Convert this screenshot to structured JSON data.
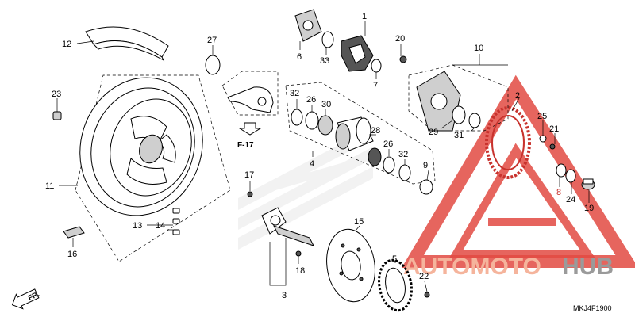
{
  "diagram": {
    "code": "MKJ4F1900",
    "reference_label": "F-17",
    "direction_label": "FR."
  },
  "watermark": {
    "brand_text_auto_moto": "AUTOMOTO",
    "brand_text_hub": "HUB",
    "colors": {
      "red": "#e24a42",
      "orange": "#f5b49c",
      "gray": "#9a9a9a"
    }
  },
  "callouts": [
    {
      "id": "c1",
      "label": "1"
    },
    {
      "id": "c2",
      "label": "2"
    },
    {
      "id": "c3",
      "label": "3"
    },
    {
      "id": "c4",
      "label": "4"
    },
    {
      "id": "c5",
      "label": "5"
    },
    {
      "id": "c6",
      "label": "6"
    },
    {
      "id": "c7",
      "label": "7"
    },
    {
      "id": "c8",
      "label": "8"
    },
    {
      "id": "c9",
      "label": "9"
    },
    {
      "id": "c10",
      "label": "10"
    },
    {
      "id": "c11",
      "label": "11"
    },
    {
      "id": "c12",
      "label": "12"
    },
    {
      "id": "c13",
      "label": "13"
    },
    {
      "id": "c14",
      "label": "14"
    },
    {
      "id": "c15",
      "label": "15"
    },
    {
      "id": "c16",
      "label": "16"
    },
    {
      "id": "c17",
      "label": "17"
    },
    {
      "id": "c18",
      "label": "18"
    },
    {
      "id": "c19",
      "label": "19"
    },
    {
      "id": "c20",
      "label": "20"
    },
    {
      "id": "c21",
      "label": "21"
    },
    {
      "id": "c22",
      "label": "22"
    },
    {
      "id": "c23",
      "label": "23"
    },
    {
      "id": "c24",
      "label": "24"
    },
    {
      "id": "c25",
      "label": "25"
    },
    {
      "id": "c26a",
      "label": "26"
    },
    {
      "id": "c26b",
      "label": "26"
    },
    {
      "id": "c27",
      "label": "27"
    },
    {
      "id": "c28",
      "label": "28"
    },
    {
      "id": "c29",
      "label": "29"
    },
    {
      "id": "c30",
      "label": "30"
    },
    {
      "id": "c31",
      "label": "31"
    },
    {
      "id": "c32a",
      "label": "32"
    },
    {
      "id": "c32b",
      "label": "32"
    },
    {
      "id": "c33",
      "label": "33"
    }
  ]
}
